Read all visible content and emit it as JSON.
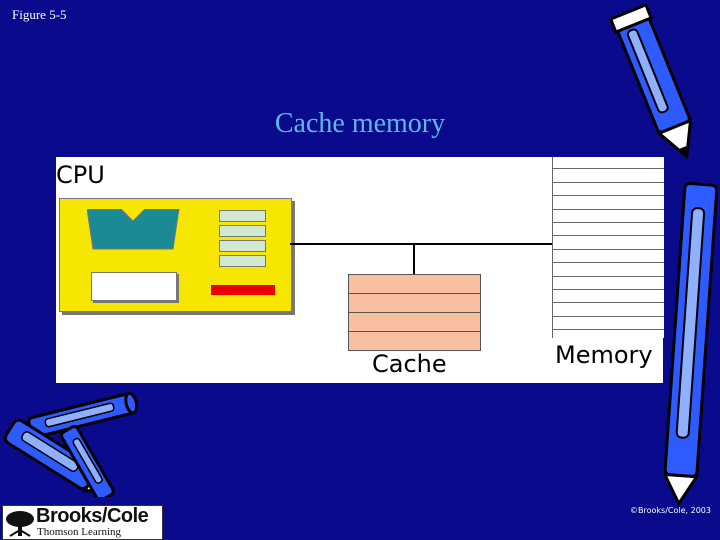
{
  "slide": {
    "figure_label": "Figure 5-5",
    "title": "Cache memory",
    "background_color": "#0a0a8c",
    "title_color": "#5fb6e6"
  },
  "diagram": {
    "cpu_label": "CPU",
    "cache_label": "Cache",
    "memory_label": "Memory",
    "cpu_color": "#f7e600",
    "cpu_alu_color": "#1a8a96",
    "cpu_red_unit_color": "#e80000",
    "cache_color": "#f8c0a0",
    "cpu_registers": 4,
    "cache_blocks": 4,
    "memory_blocks": 14
  },
  "footer": {
    "publisher": "Brooks/Cole",
    "publisher_sub": "Thomson Learning",
    "copyright": "©Brooks/Cole, 2003"
  },
  "decorations": {
    "icons": [
      "pencil-icon",
      "crayon-icon",
      "tree-logo-icon"
    ]
  }
}
